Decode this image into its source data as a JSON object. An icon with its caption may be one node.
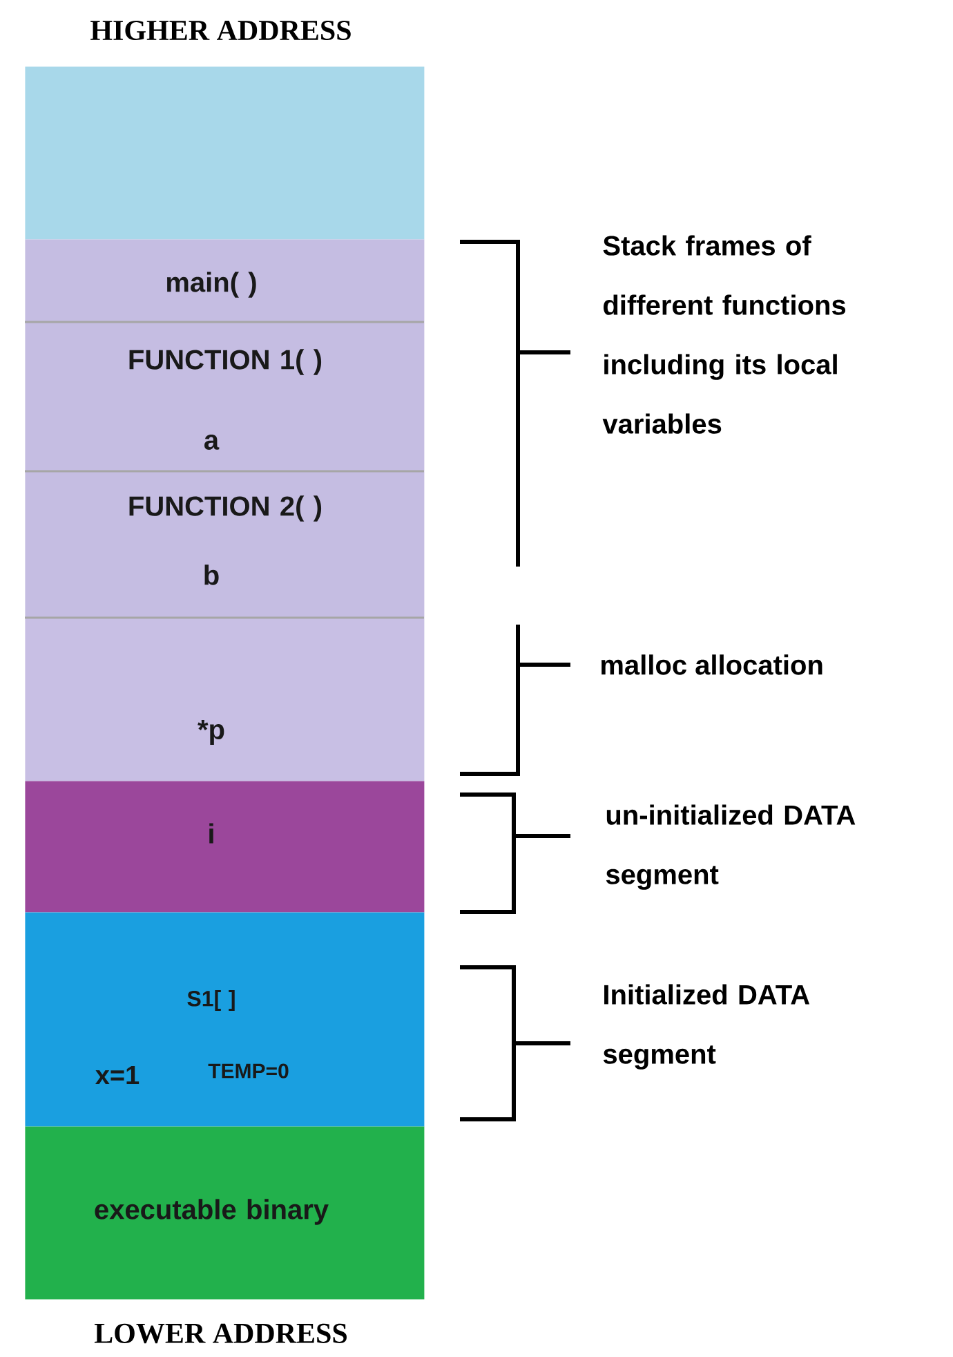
{
  "diagram": {
    "nodes": [
      {
        "text": [],
        "shape": "box"
      },
      {
        "text": [
          "main( )"
        ]
      },
      {
        "text": [
          "FUNCTION  1( )",
          "a"
        ]
      },
      {
        "text": [
          "FUNCTION  2( )",
          "b"
        ]
      },
      {
        "text": [
          "*p"
        ]
      },
      {
        "text": [
          "i"
        ]
      },
      {
        "text": [
          "S1[ ]",
          "x=1",
          "TEMP=0"
        ]
      },
      {
        "text": [
          "executable binary"
        ]
      }
    ],
    "labels": [
      "HIGHER ADDRESS",
      "Stack frames of different functions including its local variables",
      "malloc allocation",
      "un-initialized DATA segment",
      "Initialized DATA segment",
      "LOWER ADDRESS"
    ]
  }
}
